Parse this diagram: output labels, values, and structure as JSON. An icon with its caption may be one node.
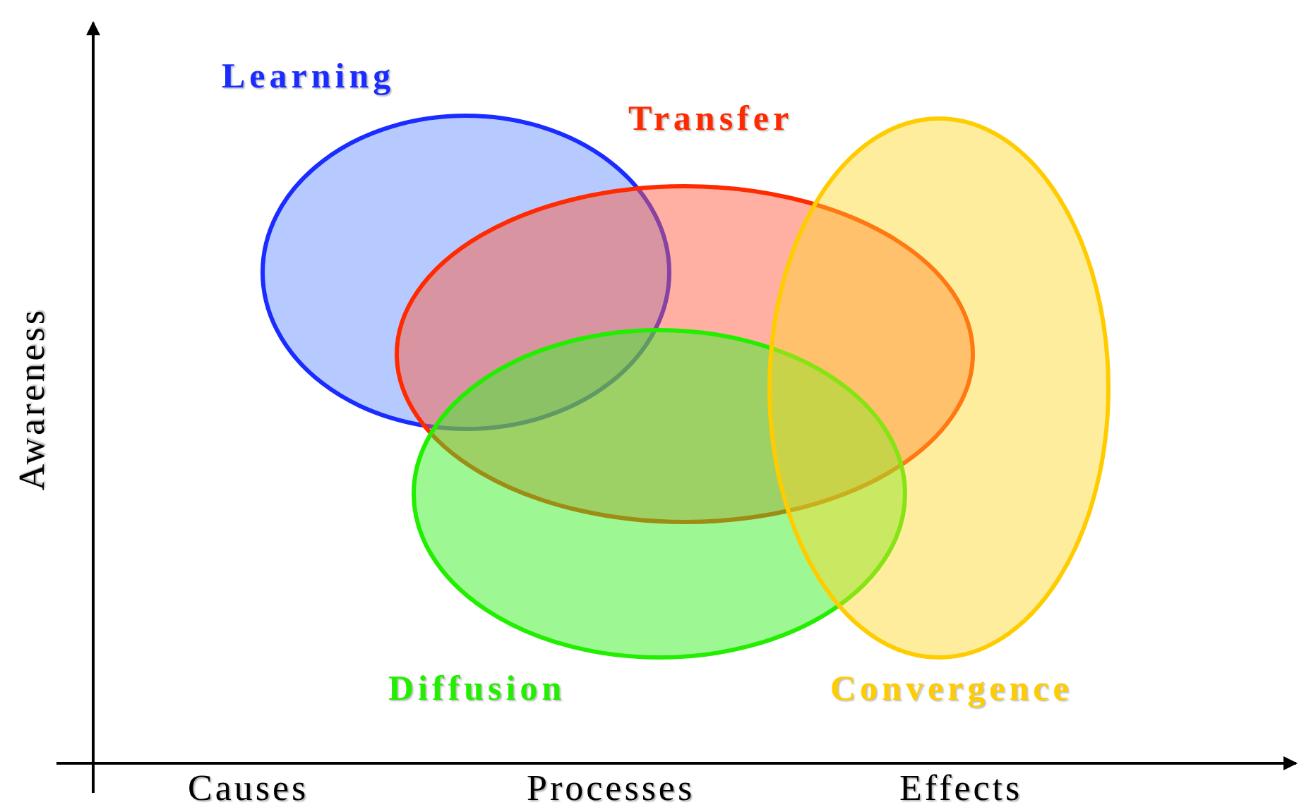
{
  "diagram": {
    "nodes": [
      {
        "text": [
          "Learning"
        ]
      },
      {
        "text": [
          "Transfer"
        ]
      },
      {
        "text": [
          "Diffusion"
        ]
      },
      {
        "text": [
          "Convergence"
        ]
      }
    ],
    "labels": [
      "Awareness",
      "Causes",
      "Processes",
      "Effects"
    ]
  }
}
